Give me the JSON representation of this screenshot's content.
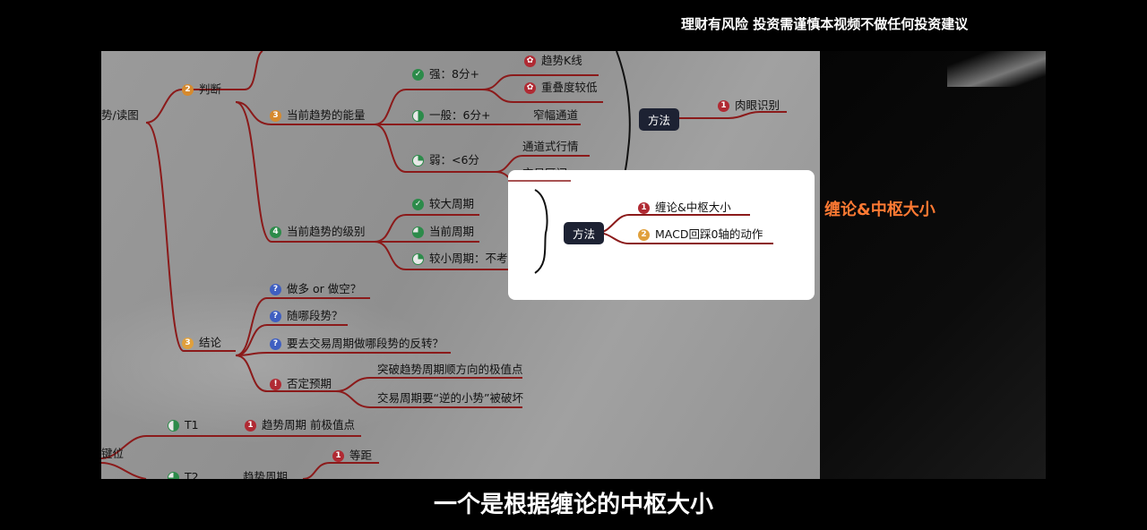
{
  "video": {
    "disclaimer": "理财有风险 投资需谨慎本视频不做任何投资建议",
    "subtitle": "一个是根据缠论的中枢大小",
    "overlay_label": "缠论&中枢大小",
    "overlay_color": "#ff7a33"
  },
  "mindmap": {
    "root_partial": "势/读图",
    "judge": {
      "num": "2",
      "label": "判断"
    },
    "energy": {
      "num": "3",
      "label": "当前趋势的能量",
      "strong": "强：8分+",
      "strong_children": [
        "趋势K线",
        "重叠度较低"
      ],
      "medium": "一般：6分+",
      "medium_child": "窄幅通道",
      "weak": "弱：<6分",
      "weak_children": [
        "通道式行情",
        "交易区间"
      ]
    },
    "method_top": {
      "label": "方法",
      "item_num": "1",
      "item": "肉眼识别"
    },
    "level": {
      "num": "4",
      "label": "当前趋势的级别",
      "items": [
        "较大周期",
        "当前周期",
        "较小周期：不考虑"
      ]
    },
    "method_popup": {
      "label": "方法",
      "items": [
        {
          "num": "1",
          "text": "缠论&中枢大小"
        },
        {
          "num": "2",
          "text": "MACD回踩0轴的动作"
        }
      ]
    },
    "conclusion": {
      "num": "3",
      "label": "结论",
      "questions": [
        "做多 or 做空？",
        "随哪段势？",
        "要去交易周期做哪段势的反转？"
      ],
      "negate": "否定预期",
      "negate_children": [
        "突破趋势周期顺方向的极值点",
        "交易周期要“逆的小势”被破坏"
      ]
    },
    "key_partial": "键位",
    "t1": {
      "label": "T1",
      "item_num": "1",
      "item": "趋势周期 前极值点"
    },
    "t2": {
      "label": "T2",
      "item": "趋势周期",
      "item_num": "1",
      "child": "等距"
    }
  }
}
